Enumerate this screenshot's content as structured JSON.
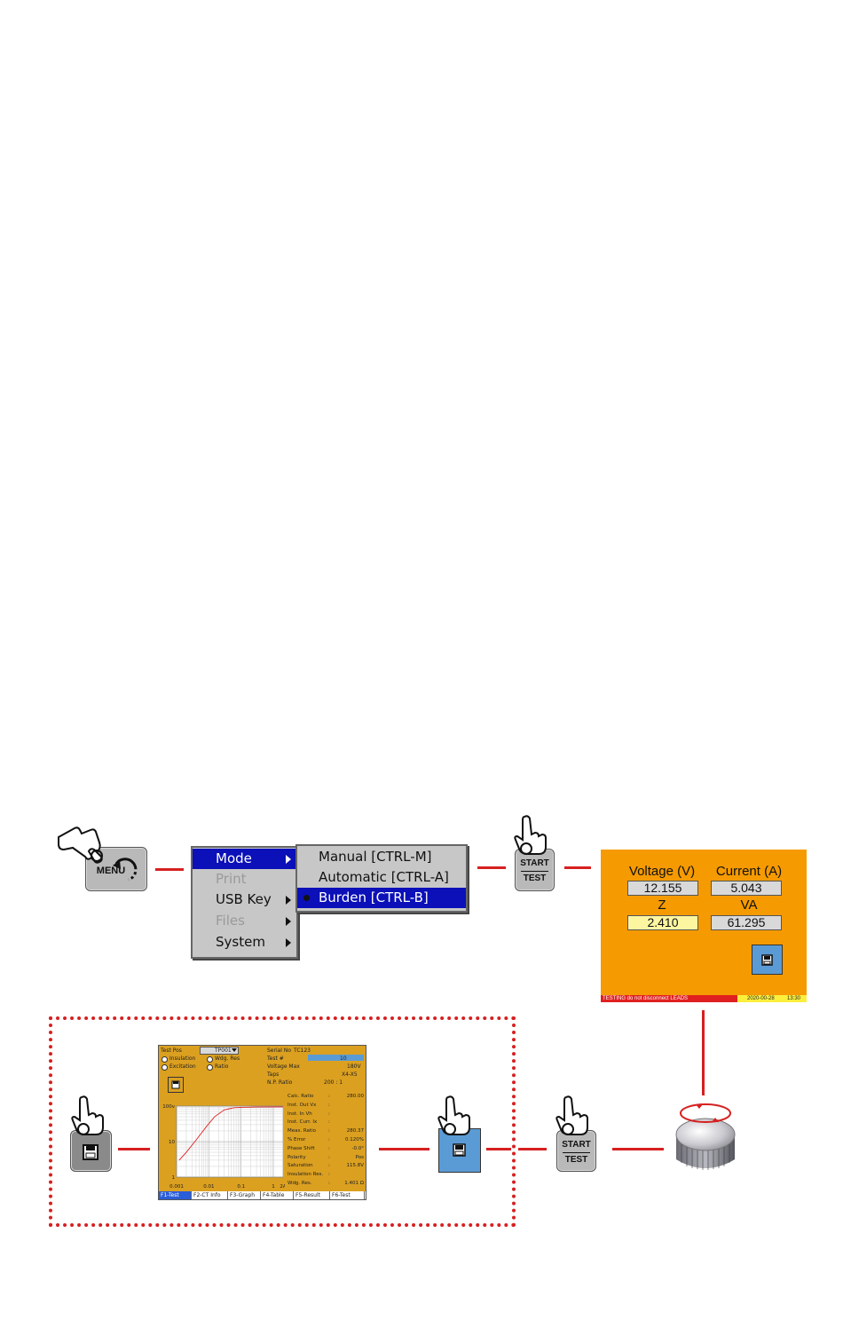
{
  "keys": {
    "menu_label": "MENU",
    "start_line1": "START",
    "start_line2": "TEST"
  },
  "menu": {
    "items": [
      {
        "label": "Mode",
        "state": "selected",
        "submenu": true
      },
      {
        "label": "Print",
        "state": "disabled",
        "submenu": false
      },
      {
        "label": "USB Key",
        "state": "normal",
        "submenu": true
      },
      {
        "label": "Files",
        "state": "disabled",
        "submenu": true
      },
      {
        "label": "System",
        "state": "normal",
        "submenu": true
      }
    ],
    "submenu": [
      {
        "label": "Manual [CTRL-M]",
        "state": "normal"
      },
      {
        "label": "Automatic [CTRL-A]",
        "state": "normal"
      },
      {
        "label": "Burden [CTRL-B]",
        "state": "selected"
      }
    ]
  },
  "burden_screen": {
    "voltage_label": "Voltage (V)",
    "voltage_value": "12.155",
    "current_label": "Current (A)",
    "current_value": "5.043",
    "z_label": "Z",
    "z_value": "2.410",
    "va_label": "VA",
    "va_value": "61.295",
    "status_text": "TESTING do not disconnect LEADS",
    "date": "2020-00-28",
    "time": "13:30"
  },
  "test_screen": {
    "test_pos_label": "Test Pos",
    "test_pos_value": "TP001",
    "serial_label": "Serial No",
    "serial_value": "TC123",
    "radios": [
      "Insulation",
      "Wdg. Res",
      "Excitation",
      "Ratio"
    ],
    "info": [
      {
        "label": "Test #",
        "value": "10"
      },
      {
        "label": "Voltage Max",
        "value": "180V"
      },
      {
        "label": "Taps",
        "value": "X4-X5"
      },
      {
        "label": "N.P. Ratio",
        "value": "200 : 1"
      }
    ],
    "results": [
      {
        "label": "Calc. Ratio",
        "value": "280.00"
      },
      {
        "label": "Inst. Out Vx",
        "value": ""
      },
      {
        "label": "Inst. In Vh",
        "value": ""
      },
      {
        "label": "Inst. Curr. Ix",
        "value": ""
      },
      {
        "label": "Meas. Ratio",
        "value": "280.37"
      },
      {
        "label": "% Error",
        "value": "0.120%"
      },
      {
        "label": "Phase Shift",
        "value": "-0.0°"
      },
      {
        "label": "Polarity",
        "value": "Pos"
      },
      {
        "label": "Saturation",
        "value": "115.8V"
      },
      {
        "label": "Insulation Res.",
        "value": ""
      },
      {
        "label": "Wdg. Res.",
        "value": "1.401 Ω"
      }
    ],
    "tabs": [
      "F1-Test",
      "F2-CT Info",
      "F3-Graph",
      "F4-Table",
      "F5-Result",
      "F6-Test"
    ]
  },
  "chart_data": {
    "type": "line",
    "x_ticks": [
      "0.001",
      "0.01",
      "0.1",
      "1",
      "2A"
    ],
    "y_ticks": [
      "100v",
      "10",
      "1"
    ],
    "x_scale": "log",
    "y_scale": "log",
    "xlim": [
      0.001,
      2
    ],
    "ylim": [
      1,
      100
    ],
    "grid": true,
    "series": [
      {
        "color": "#e02020",
        "x": [
          0.0012,
          0.002,
          0.004,
          0.008,
          0.015,
          0.03,
          0.06,
          0.1,
          0.3,
          1,
          2
        ],
        "y": [
          3,
          5,
          11,
          25,
          50,
          78,
          90,
          92,
          94,
          95,
          95
        ]
      }
    ]
  },
  "colors": {
    "accent_red": "#d62020",
    "menu_select": "#0b10b8",
    "burden_bg": "#f59a00",
    "save_button": "#5b9bd5"
  }
}
